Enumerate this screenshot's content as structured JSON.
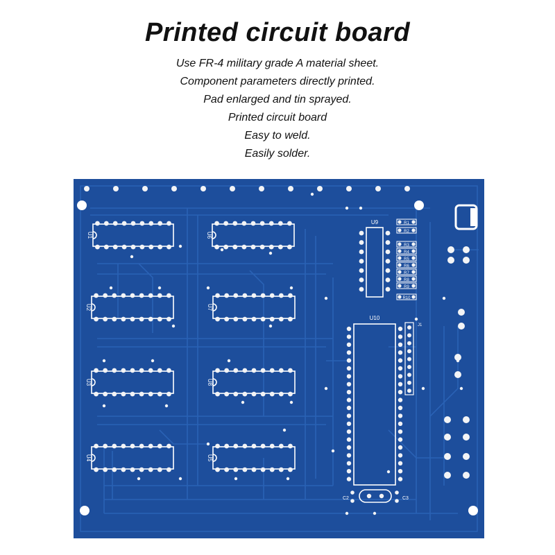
{
  "title": "Printed circuit board",
  "features": [
    "Use FR-4 military grade A material sheet.",
    "Component parameters directly printed.",
    "Pad enlarged and tin sprayed.",
    "Printed circuit board",
    "Easy to weld.",
    "Easily solder."
  ],
  "board": {
    "colors": {
      "substrate": "#1d4e9c",
      "trace": "#2a62b5",
      "pad": "#f3f4f6",
      "silk": "#ffffff"
    },
    "chip_labels": [
      "U1",
      "U2",
      "U3",
      "U4",
      "U5",
      "U6",
      "U7",
      "U8",
      "U9",
      "U10"
    ],
    "resistor_labels": [
      "R1",
      "R2",
      "R3",
      "R4",
      "R5",
      "R6",
      "R7",
      "R8",
      "R9",
      "R10"
    ],
    "cap_labels": [
      "C2",
      "C3"
    ],
    "strip_label": "J1"
  }
}
